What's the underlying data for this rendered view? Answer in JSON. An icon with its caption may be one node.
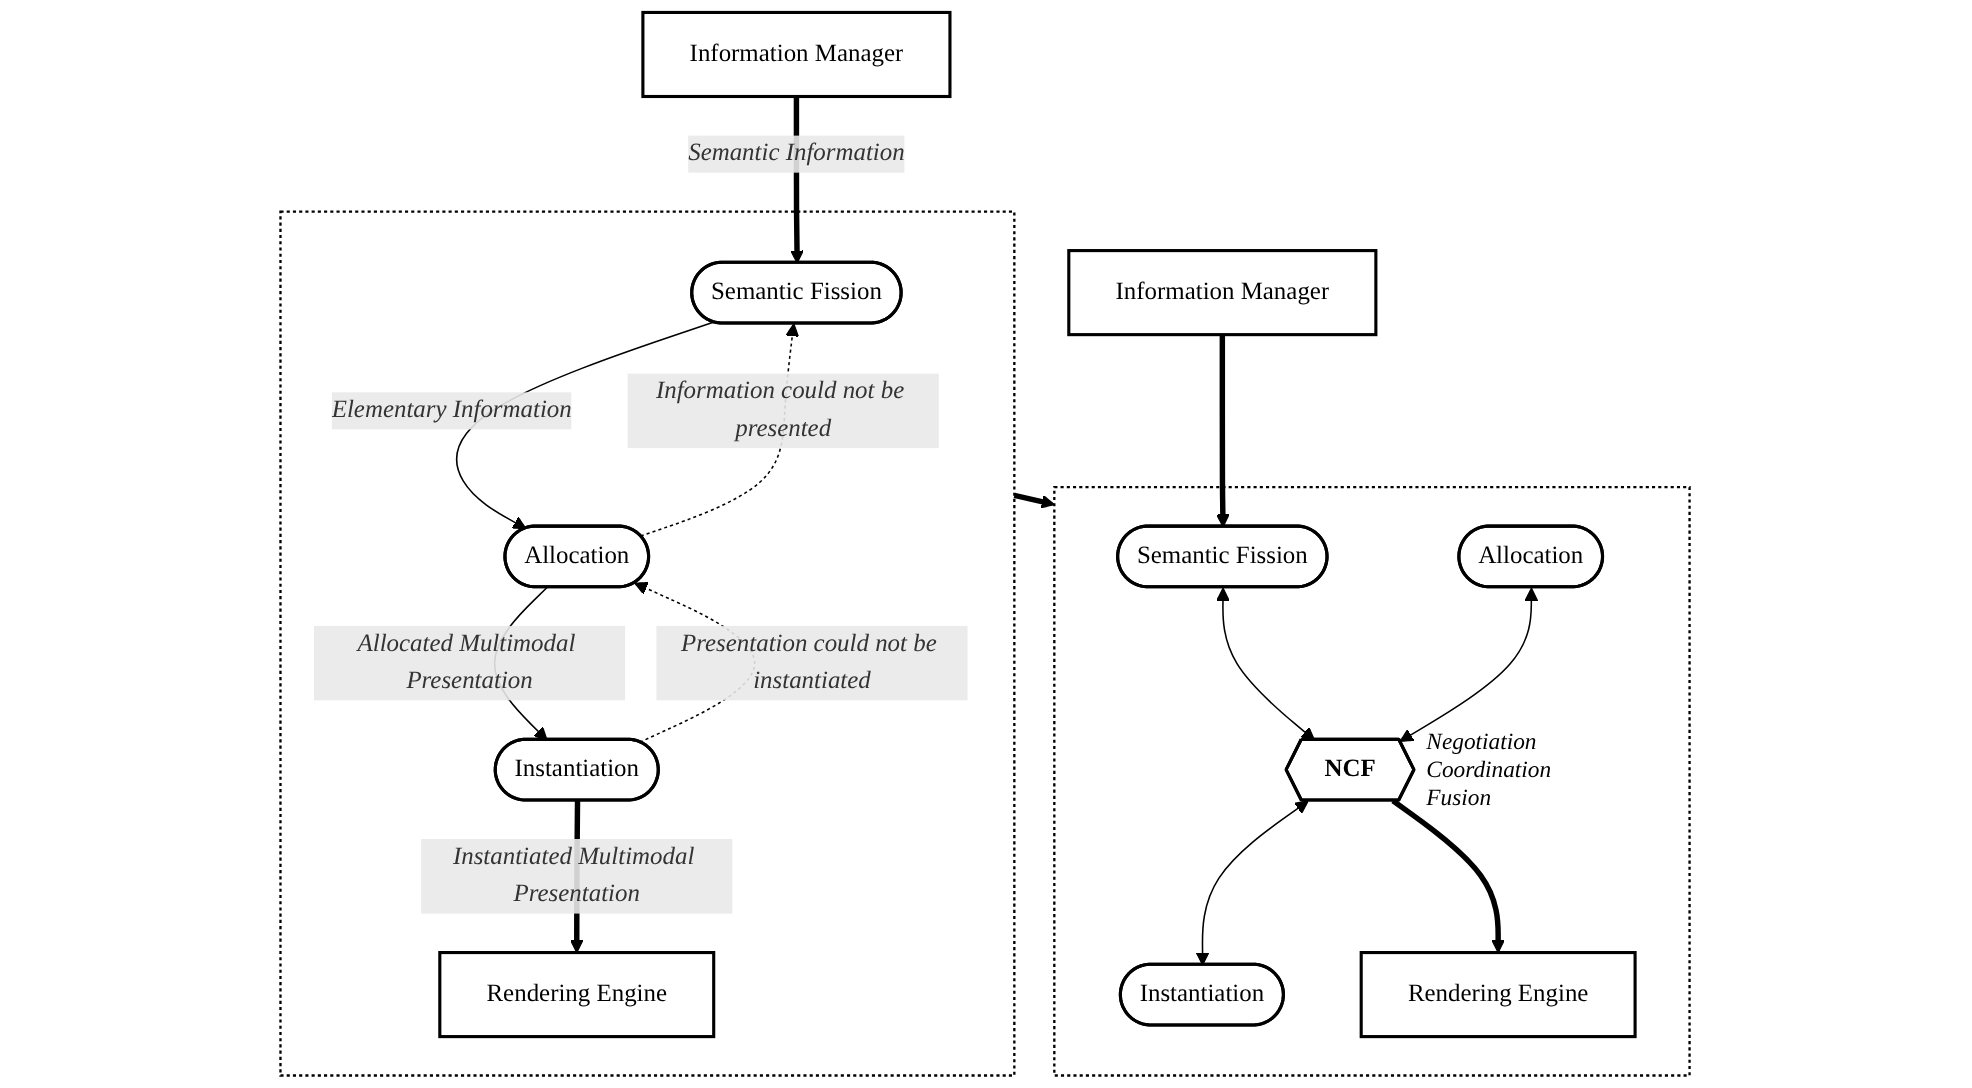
{
  "diagram": {
    "nodes": [
      {
        "text": [],
        "shape": "box"
      },
      {
        "text": [
          "Information Manager"
        ]
      },
      {
        "text": [
          "Semantic Fission"
        ],
        "in": 0
      },
      {
        "text": [
          "Allocation"
        ],
        "in": 0
      },
      {
        "text": [
          "Instantiation"
        ],
        "in": 0
      },
      {
        "text": [
          "Rendering Engine"
        ],
        "in": 0
      },
      {
        "text": [],
        "shape": "box"
      },
      {
        "text": [
          "Information Manager"
        ]
      },
      {
        "text": [
          "Semantic Fission"
        ],
        "in": 6
      },
      {
        "text": [
          "Allocation"
        ],
        "in": 6
      },
      {
        "text": [
          "NCF"
        ],
        "in": 6,
        "beside": [
          "Negotiation Coordination Fusion"
        ]
      },
      {
        "text": [
          "Instantiation"
        ],
        "in": 6
      },
      {
        "text": [
          "Rendering Engine"
        ],
        "in": 6
      }
    ],
    "edges": [
      {
        "from": 1,
        "to": 2,
        "arrow": "to",
        "label": "Semantic Information",
        "style": "thick"
      },
      {
        "from": 2,
        "to": 3,
        "arrow": "to",
        "label": "Elementary Information"
      },
      {
        "from": 3,
        "to": 4,
        "arrow": "to",
        "label": "Allocated Multimodal Presentation"
      },
      {
        "from": 4,
        "to": 5,
        "arrow": "to",
        "label": "Instantiated Multimodal Presentation",
        "style": "thick"
      },
      {
        "from": 4,
        "to": 3,
        "arrow": "to",
        "label": "Presentation could not be instantiated",
        "style": "dashed"
      },
      {
        "from": 3,
        "to": 2,
        "arrow": "to",
        "label": "Information could not be presented",
        "style": "dashed"
      },
      {
        "from": 0,
        "to": 6,
        "arrow": "to",
        "style": "thick"
      },
      {
        "from": 7,
        "to": 8,
        "arrow": "to",
        "style": "thick"
      },
      {
        "from": 8,
        "to": 10,
        "arrow": "both"
      },
      {
        "from": 9,
        "to": 10,
        "arrow": "both"
      },
      {
        "from": 10,
        "to": 11,
        "arrow": "both"
      },
      {
        "from": 10,
        "to": 12,
        "arrow": "to",
        "style": "thick"
      }
    ]
  }
}
